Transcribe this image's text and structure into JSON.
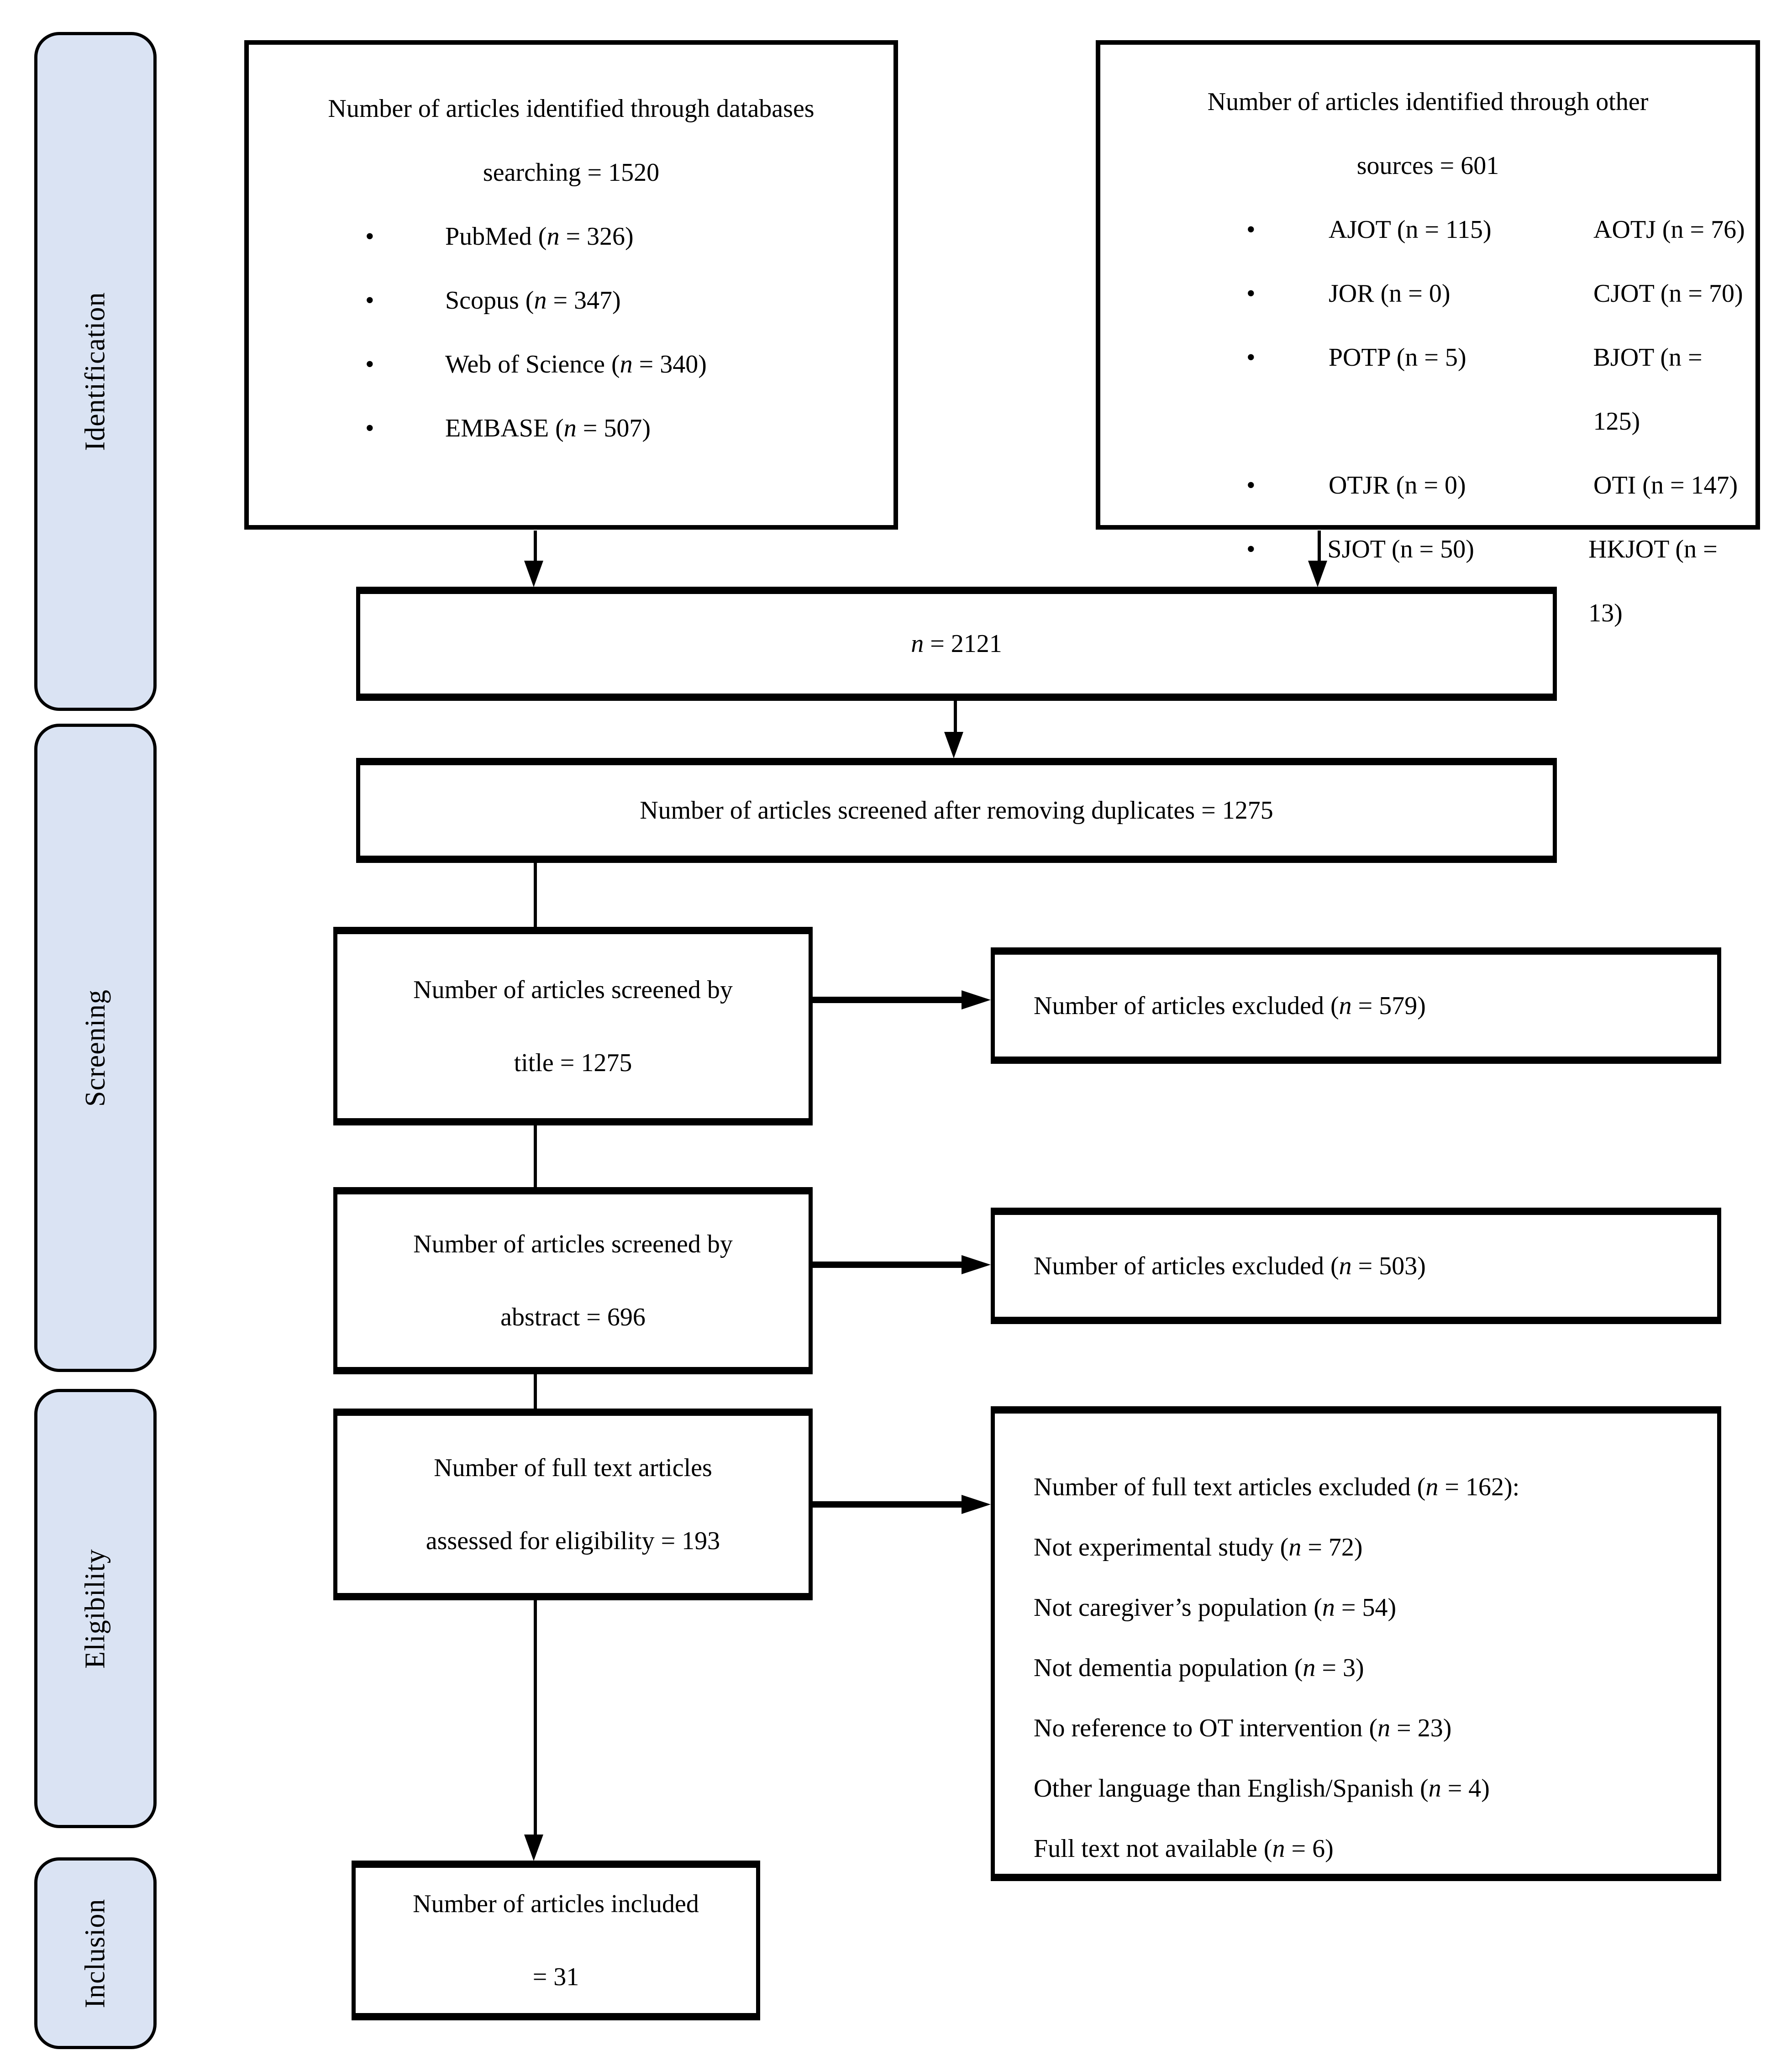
{
  "colors": {
    "sidebar_fill": "#dae3f3",
    "line_color": "#000000",
    "background": "#ffffff"
  },
  "sidebar": {
    "stages": [
      {
        "label": "Identification"
      },
      {
        "label": "Screening"
      },
      {
        "label": "Eligibility"
      },
      {
        "label": "Inclusion"
      }
    ]
  },
  "identification": {
    "databases_box": {
      "title_line1": "Number of articles identified through databases",
      "title_line2": "searching = 1520",
      "items": [
        "PubMed (n = 326)",
        "Scopus (n = 347)",
        "Web of Science (n = 340)",
        "EMBASE (n = 507)"
      ]
    },
    "other_sources_box": {
      "title_line1": "Number of articles identified through other",
      "title_line2": "sources = 601",
      "rows": [
        {
          "col1": "AJOT (n = 115)",
          "col2": "AOTJ (n = 76)"
        },
        {
          "col1": "JOR (n = 0)",
          "col2": "CJOT (n = 70)"
        },
        {
          "col1": "POTP (n = 5)",
          "col2": "BJOT (n = 125)"
        },
        {
          "col1": "OTJR (n = 0)",
          "col2": "OTI (n = 147)"
        },
        {
          "col1": "SJOT (n = 50)",
          "col2": "HKJOT (n = 13)"
        }
      ]
    },
    "total_box": {
      "text": "n = 2121"
    }
  },
  "screening": {
    "duplicates_box": {
      "text": "Number of articles screened after removing duplicates = 1275"
    },
    "title_screen_box": {
      "line1": "Number of articles screened by",
      "line2": "title = 1275"
    },
    "title_excluded_box": {
      "text": "Number of articles excluded (n = 579)"
    },
    "abstract_screen_box": {
      "line1": "Number of articles screened by",
      "line2": "abstract = 696"
    },
    "abstract_excluded_box": {
      "text": "Number of articles excluded (n = 503)"
    }
  },
  "eligibility": {
    "fulltext_box": {
      "line1": "Number of full text articles",
      "line2": "assessed for eligibility = 193"
    },
    "fulltext_excluded_box": {
      "title": "Number of full text articles excluded (n = 162):",
      "reasons": [
        "Not experimental study (n = 72)",
        "Not caregiver’s population (n = 54)",
        "Not dementia population (n = 3)",
        "No reference to OT intervention (n = 23)",
        "Other language than English/Spanish (n = 4)",
        "Full text not available (n = 6)"
      ]
    }
  },
  "inclusion": {
    "included_box": {
      "line1": "Number of articles included",
      "line2": "= 31"
    }
  }
}
